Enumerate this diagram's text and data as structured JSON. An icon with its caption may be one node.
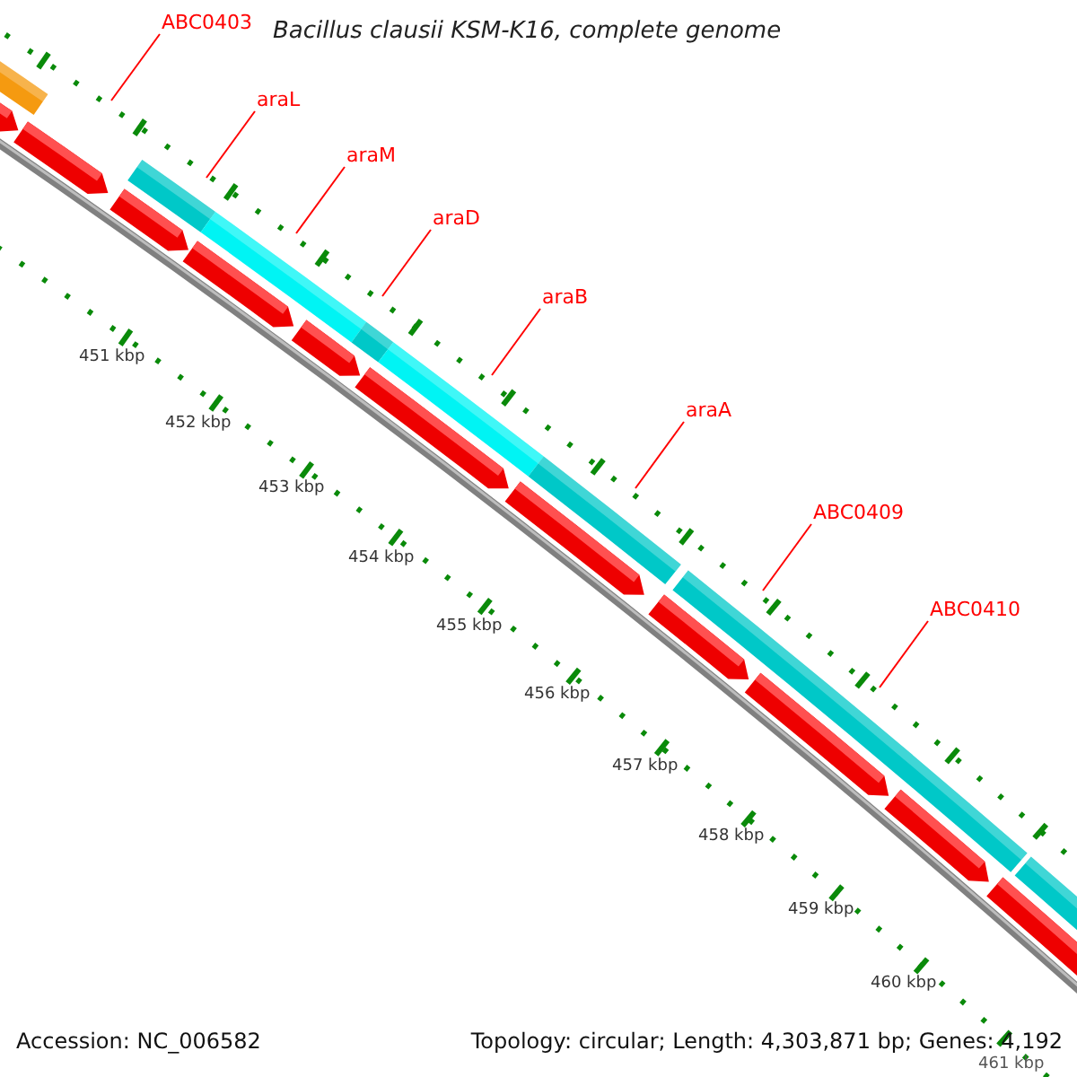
{
  "diagram": {
    "title": "Bacillus clausii KSM-K16, complete genome",
    "nodes": [
      {
        "text": [
          "ABC0403"
        ]
      },
      {
        "text": [
          "araL"
        ]
      },
      {
        "text": [
          "araM"
        ]
      },
      {
        "text": [
          "araD"
        ]
      },
      {
        "text": [
          "araB"
        ]
      },
      {
        "text": [
          "araA"
        ]
      },
      {
        "text": [
          "ABC0409"
        ]
      },
      {
        "text": [
          "ABC0410"
        ]
      }
    ],
    "edges": [
      {
        "from": 0,
        "to": null,
        "arrow": "none"
      },
      {
        "from": 1,
        "to": null,
        "arrow": "none"
      },
      {
        "from": 2,
        "to": null,
        "arrow": "none"
      },
      {
        "from": 3,
        "to": null,
        "arrow": "none"
      },
      {
        "from": 4,
        "to": null,
        "arrow": "none"
      },
      {
        "from": 5,
        "to": null,
        "arrow": "none"
      },
      {
        "from": 6,
        "to": null,
        "arrow": "none"
      },
      {
        "from": 7,
        "to": null,
        "arrow": "none"
      }
    ],
    "labels": [
      "451 kbp",
      "452 kbp",
      "453 kbp",
      "454 kbp",
      "455 kbp",
      "456 kbp",
      "457 kbp",
      "458 kbp",
      "459 kbp",
      "460 kbp",
      "461 kbp",
      "Accession: NC_006582",
      "Topology: circular; Length: 4,303,871 bp; Genes: 4,192"
    ]
  }
}
